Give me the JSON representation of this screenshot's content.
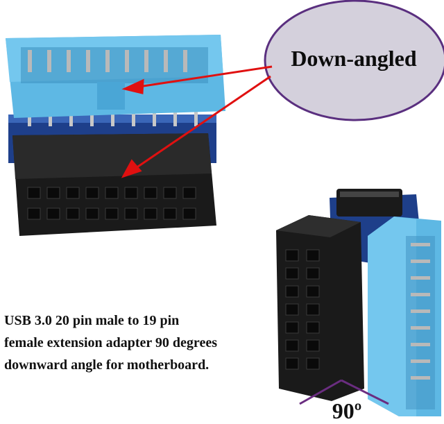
{
  "callout": {
    "text": "Down-angled"
  },
  "caption": {
    "lines": [
      "USB 3.0 20 pin male to 19 pin",
      "female extension adapter 90 degrees",
      "downward angle for motherboard."
    ]
  },
  "angle": {
    "text": "90º"
  },
  "colors": {
    "connector_blue": "#5eb8e4",
    "connector_black": "#1a1a1a",
    "pcb_blue": "#1e3f8a",
    "callout_fill": "#d4d0dc",
    "callout_border": "#5a2f7f",
    "arrow_red": "#e01010",
    "angle_line": "#6a2d80"
  },
  "icons": [
    "usb-adapter-top-photo",
    "usb-adapter-side-photo",
    "red-arrow",
    "angle-marker"
  ]
}
